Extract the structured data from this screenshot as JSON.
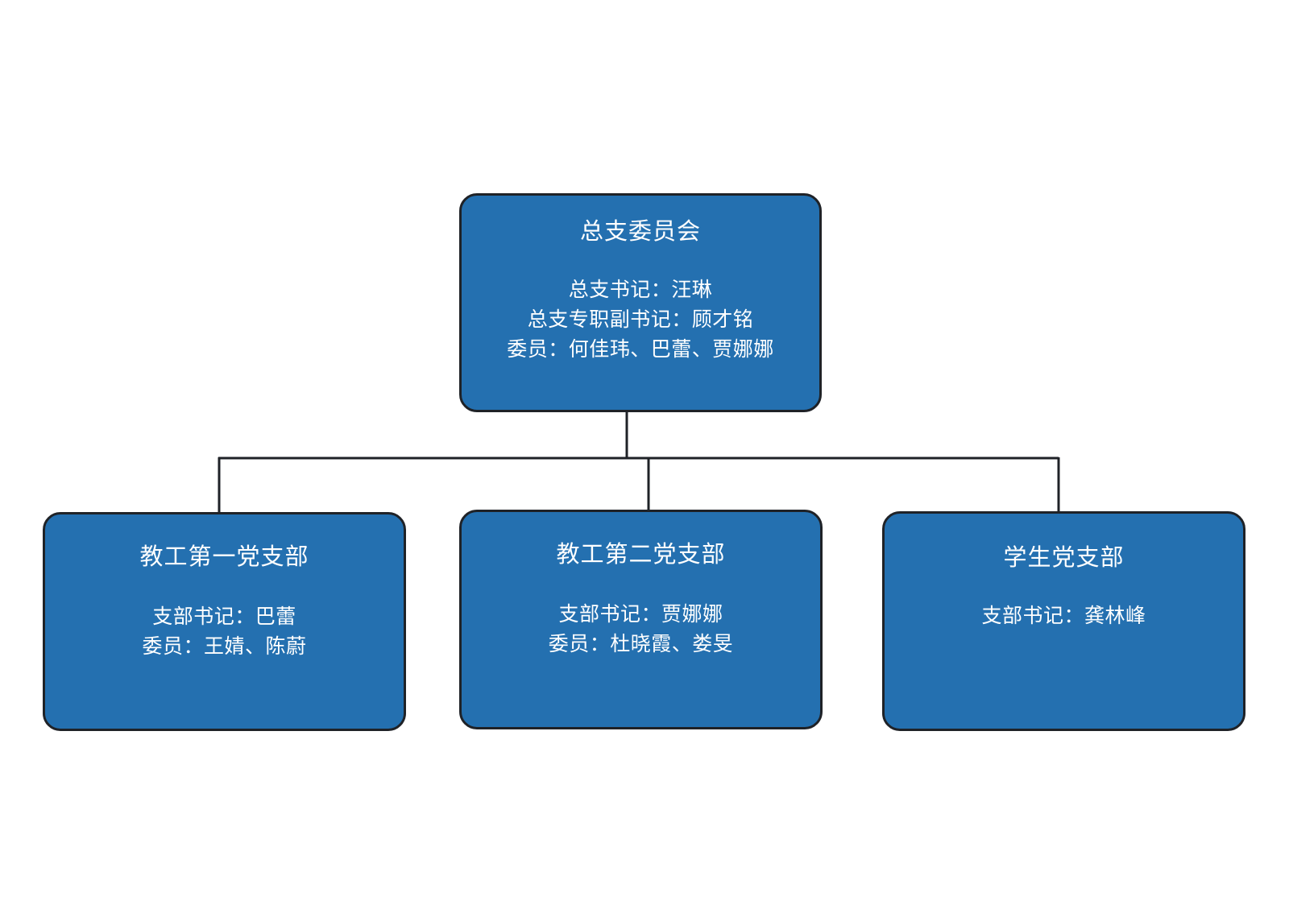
{
  "org_chart": {
    "root": {
      "title": "总支委员会",
      "lines": [
        "总支书记：汪琳",
        "总支专职副书记：顾才铭",
        "委员：何佳玮、巴蕾、贾娜娜"
      ]
    },
    "branches": [
      {
        "title": "教工第一党支部",
        "lines": [
          "支部书记：巴蕾",
          "委员：王婧、陈蔚"
        ]
      },
      {
        "title": "教工第二党支部",
        "lines": [
          "支部书记：贾娜娜",
          "委员：杜晓霞、娄旻"
        ]
      },
      {
        "title": "学生党支部",
        "lines": [
          "支部书记：龚林峰"
        ]
      }
    ]
  },
  "colors": {
    "box_fill": "#2470b0",
    "box_border": "#1f2227",
    "connector": "#1f2227",
    "text": "#ffffff"
  }
}
